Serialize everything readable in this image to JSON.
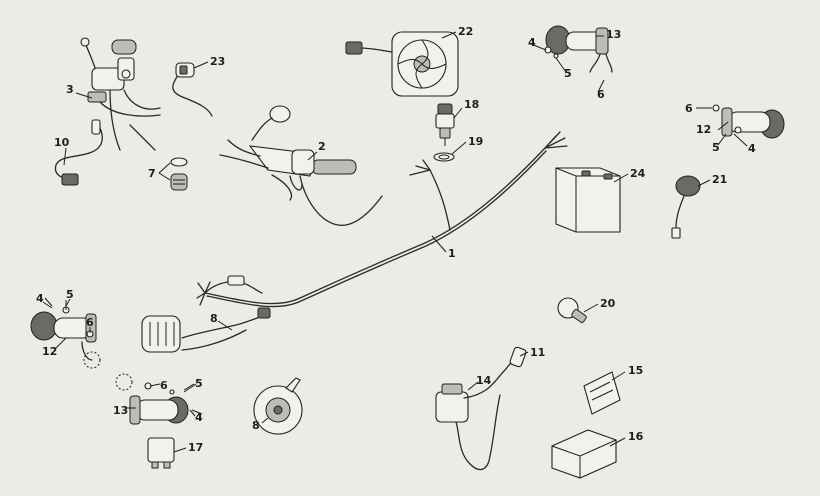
{
  "diagram": {
    "part_labels": {
      "l1": "1",
      "l2": "2",
      "l3": "3",
      "l4a": "4",
      "l4b": "4",
      "l4c": "4",
      "l4d": "4",
      "l5a": "5",
      "l5b": "5",
      "l5c": "5",
      "l5d": "5",
      "l6a": "6",
      "l6b": "6",
      "l6c": "6",
      "l6d": "6",
      "l7": "7",
      "l8a": "8",
      "l8b": "8",
      "l10": "10",
      "l11": "11",
      "l12a": "12",
      "l12b": "12",
      "l13a": "13",
      "l13b": "13",
      "l14": "14",
      "l15": "15",
      "l16": "16",
      "l17": "17",
      "l18": "18",
      "l19": "19",
      "l20": "20",
      "l21": "21",
      "l22": "22",
      "l23": "23",
      "l24": "24"
    }
  }
}
